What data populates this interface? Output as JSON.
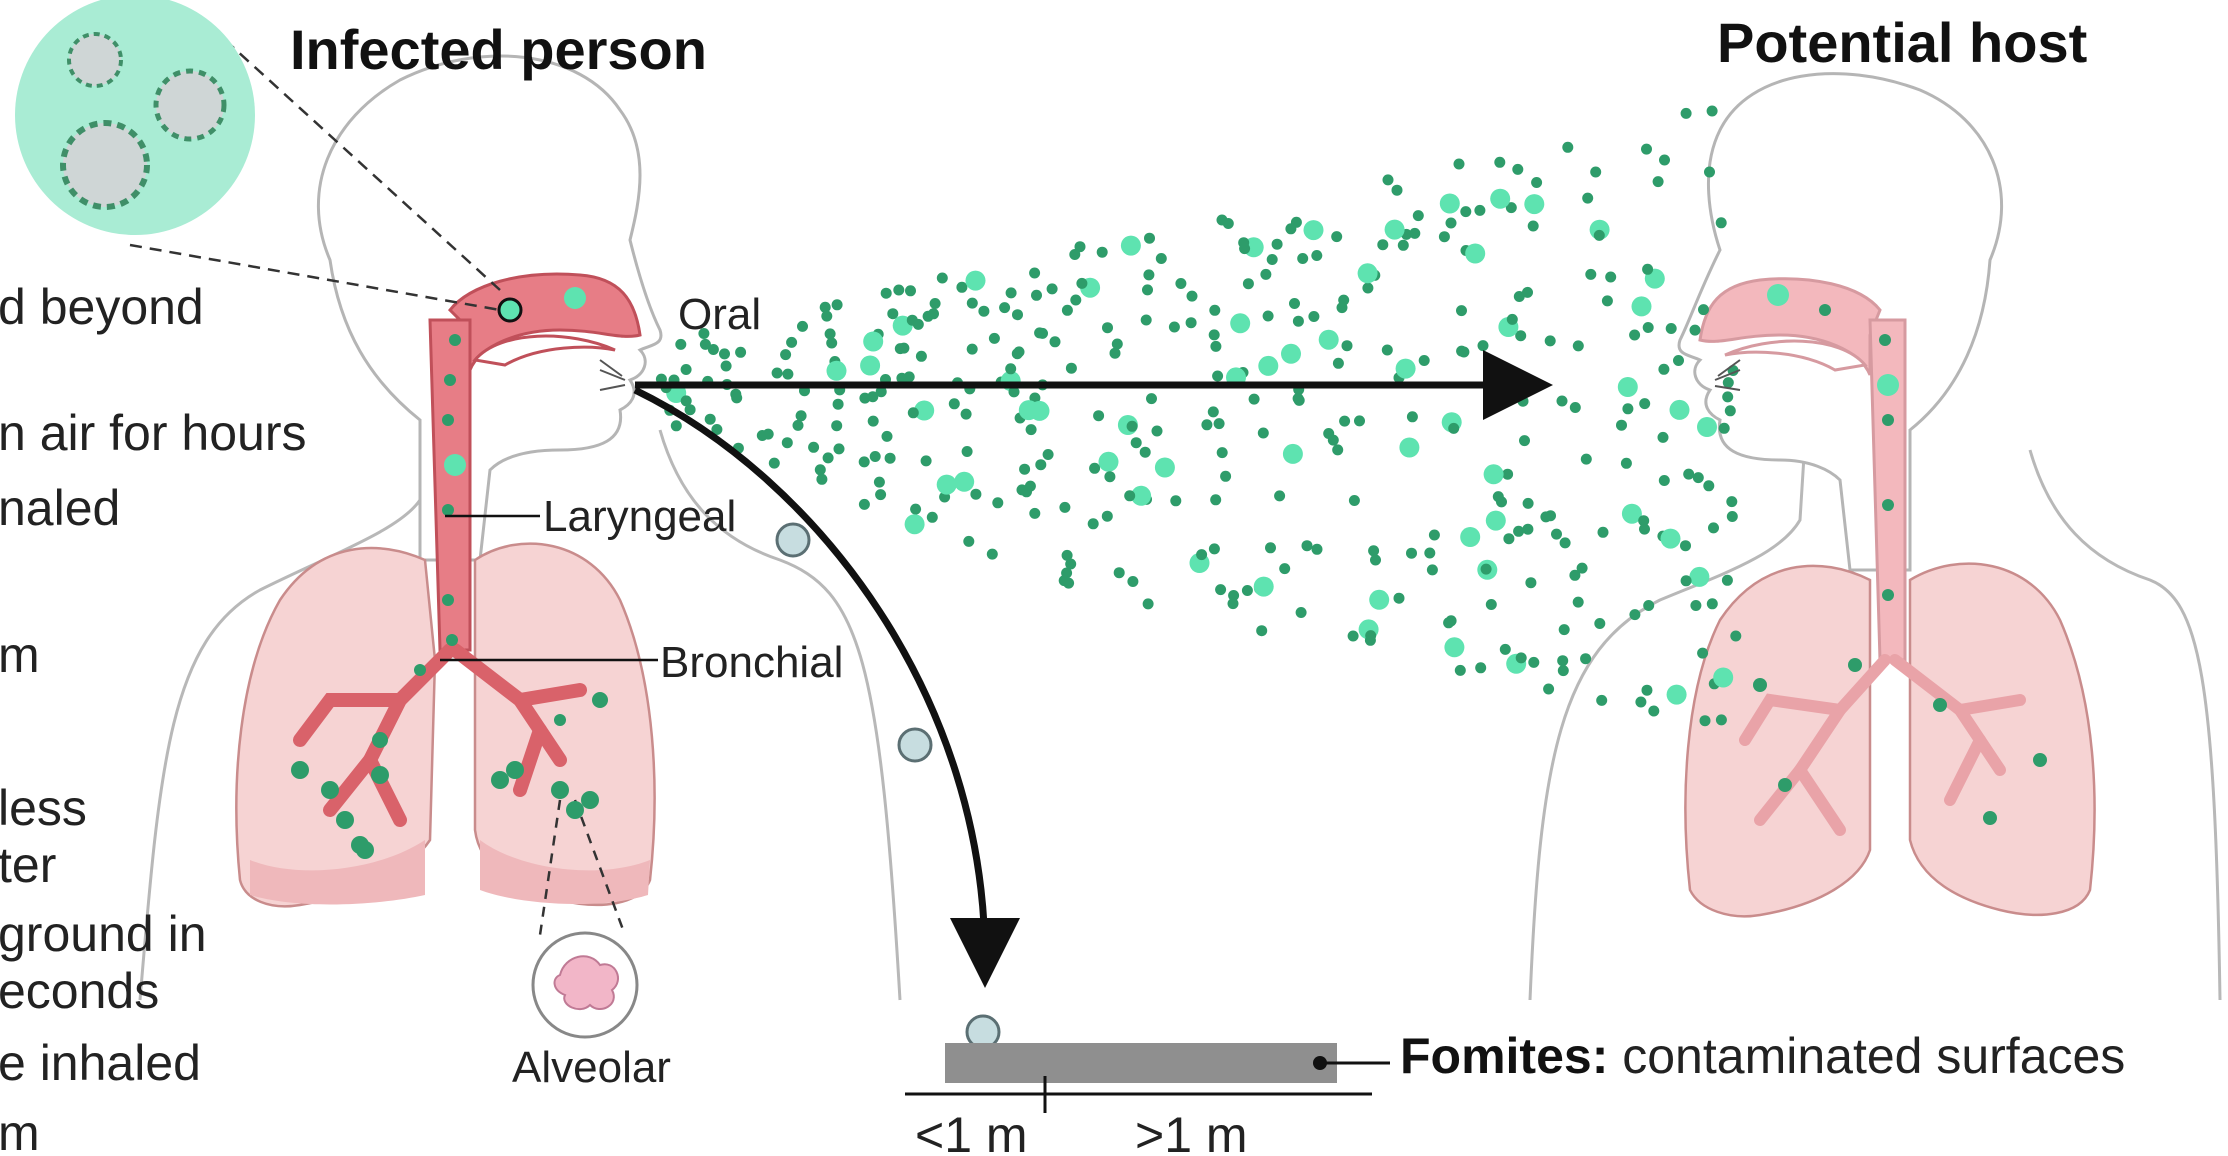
{
  "figure": {
    "title_left": "Infected person",
    "title_right": "Potential host",
    "labels": {
      "oral": "Oral",
      "laryngeal": "Laryngeal",
      "bronchial": "Bronchial",
      "alveolar": "Alveolar"
    },
    "fomites": {
      "bold": "Fomites:",
      "text": " contaminated surfaces"
    },
    "distance": {
      "near": "<1 m",
      "far": ">1 m"
    },
    "side_text": [
      "d beyond",
      "n air for hours",
      "naled",
      "m",
      " less",
      "ter",
      "ground in",
      "econds",
      "e inhaled",
      "m"
    ],
    "colors": {
      "droplet": "#2e9c6a",
      "aerosol": "#5ee3b0",
      "large_droplet": "#c7dde0",
      "lung_fill": "#f6d3d3",
      "airway": "#d9626a",
      "virus_bubble": "#a9ecd4",
      "surface": "#8f8f8f"
    }
  }
}
